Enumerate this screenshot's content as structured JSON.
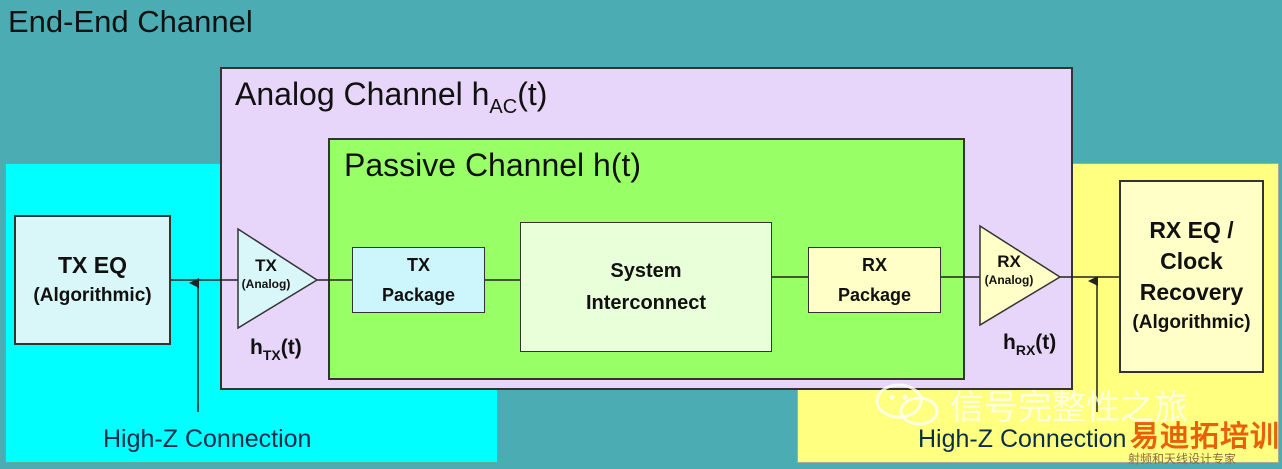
{
  "title": "End-End Channel",
  "analog_channel": {
    "title": "Analog Channel h",
    "sub": "AC",
    "suffix": "(t)"
  },
  "passive_channel": {
    "title": "Passive Channel h(t)"
  },
  "tx_eq": {
    "line1": "TX EQ",
    "line2": "(Algorithmic)"
  },
  "tx_amp": {
    "line1": "TX",
    "line2": "(Analog)",
    "h_main": "h",
    "h_sub": "TX",
    "h_suffix": "(t)"
  },
  "tx_package": {
    "line1": "TX",
    "line2": "Package"
  },
  "system_interconnect": {
    "line1": "System",
    "line2": "Interconnect"
  },
  "rx_package": {
    "line1": "RX",
    "line2": "Package"
  },
  "rx_amp": {
    "line1": "RX",
    "line2": "(Analog)",
    "h_main": "h",
    "h_sub": "RX",
    "h_suffix": "(t)"
  },
  "rx_eq": {
    "line1": "RX EQ /",
    "line2": "Clock",
    "line3": "Recovery",
    "line4": "(Algorithmic)"
  },
  "connections": {
    "tx_label": "High-Z Connection",
    "rx_label": "High-Z Connection"
  },
  "watermark": {
    "text": "信号完整性之旅",
    "brand": "易迪拓培训",
    "brand_sub": "射频和天线设计专家"
  },
  "colors": {
    "background": "#4BADB3",
    "tx_region": "#00FFFF",
    "rx_region": "#FFFF80",
    "analog": "#E8D6FA",
    "passive": "#99FF66"
  }
}
